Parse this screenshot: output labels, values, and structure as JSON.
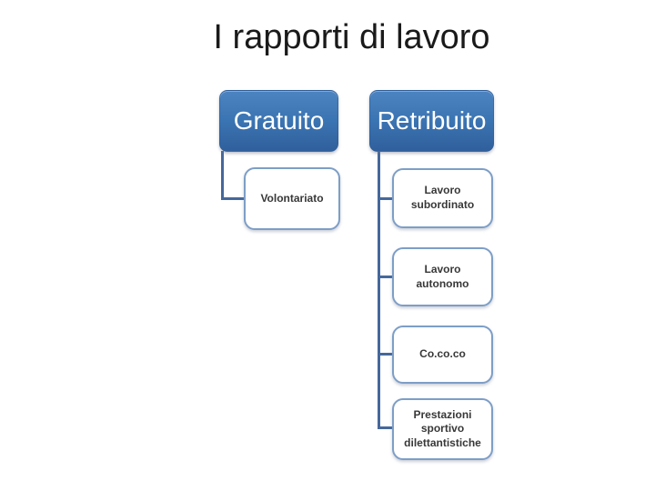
{
  "slide": {
    "title": "I rapporti di lavoro",
    "diagram": {
      "type": "hierarchy",
      "roots": [
        {
          "label": "Gratuito",
          "children": [
            {
              "label": "Volontariato"
            }
          ]
        },
        {
          "label": "Retribuito",
          "children": [
            {
              "label": "Lavoro subordinato"
            },
            {
              "label": "Lavoro autonomo"
            },
            {
              "label": "Co.co.co"
            },
            {
              "label": "Prestazioni sportivo dilettantistiche"
            }
          ]
        }
      ]
    },
    "colors": {
      "background": "#ffffff",
      "title_text": "#1a1a1a",
      "root_fill_top": "#4c84c1",
      "root_fill_mid": "#3b74b2",
      "root_fill_bottom": "#305f9c",
      "root_text": "#ffffff",
      "child_fill": "#ffffff",
      "child_border": "#7d9ec7",
      "child_text": "#383838",
      "connector": "#45689b"
    }
  }
}
